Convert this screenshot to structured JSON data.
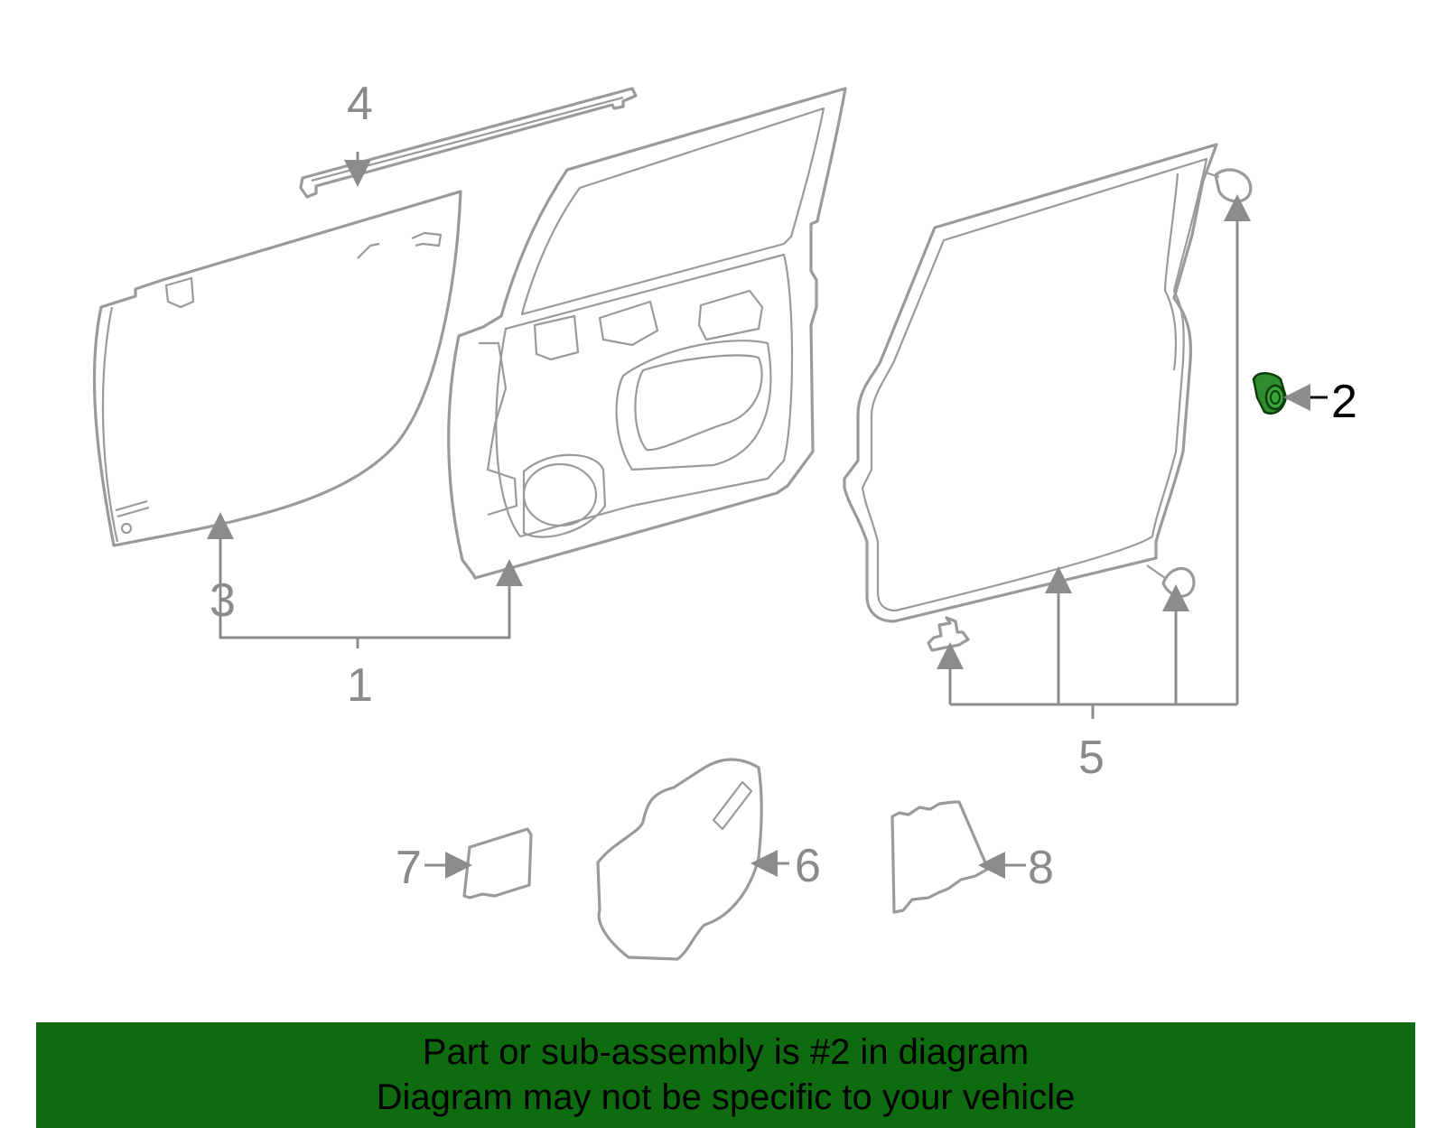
{
  "diagram": {
    "callouts": [
      "1",
      "2",
      "3",
      "4",
      "5",
      "6",
      "7",
      "8"
    ],
    "highlighted_callout": "2",
    "highlight_color": "#2e8b2e",
    "line_color": "#9a9a9a"
  },
  "banner": {
    "line1": "Part or sub-assembly is #2 in diagram",
    "line2": "Diagram may not be specific to your vehicle",
    "background": "#0f6b0f"
  }
}
